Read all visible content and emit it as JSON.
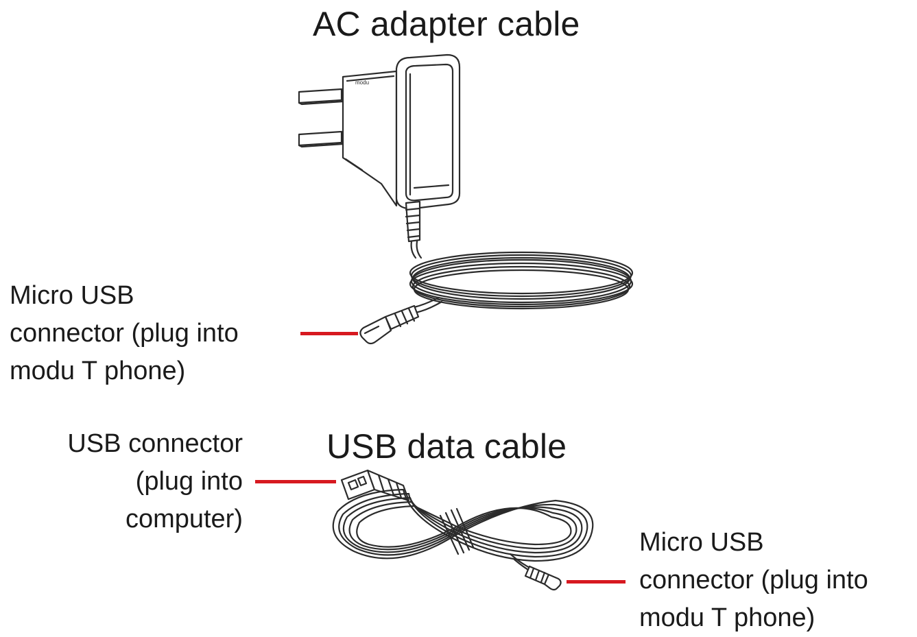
{
  "ac_adapter": {
    "title": "AC adapter cable",
    "brand_mark": "modu",
    "micro_usb_label": [
      "Micro USB",
      "connector (plug into",
      "modu T phone)"
    ]
  },
  "usb_data_cable": {
    "title": "USB data cable",
    "usb_label": [
      "USB connector",
      "(plug into",
      "computer)"
    ],
    "micro_usb_label": [
      "Micro USB",
      "connector (plug into",
      "modu T phone)"
    ]
  },
  "colors": {
    "leader_line": "#d71920",
    "line_art": "#2b2b2b",
    "text": "#1a1a1a"
  }
}
